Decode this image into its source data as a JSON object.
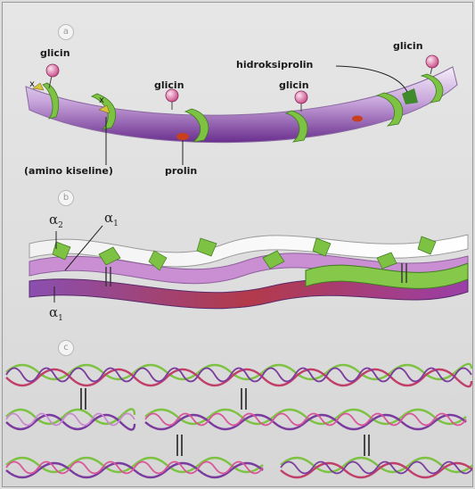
{
  "panels": {
    "a": {
      "letter": "a",
      "labels": {
        "glicin_1": "glicin",
        "glicin_2": "glicin",
        "glicin_3": "glicin",
        "glicin_4": "glicin",
        "hidroksiprolin": "hidroksiprolin",
        "amino_kiseline": "(amino kiseline)",
        "prolin": "prolin",
        "x": "x"
      }
    },
    "b": {
      "letter": "b",
      "alpha": "α",
      "strand_2": "2",
      "strand_1_top": "1",
      "strand_1_bottom": "1"
    },
    "c": {
      "letter": "c"
    }
  },
  "colors": {
    "purple": "#7a3c9e",
    "violet_light": "#c9a6dc",
    "green": "#7dc243",
    "red": "#b03a3a",
    "pink": "#d9559a",
    "glycine": "#e07aa8"
  }
}
